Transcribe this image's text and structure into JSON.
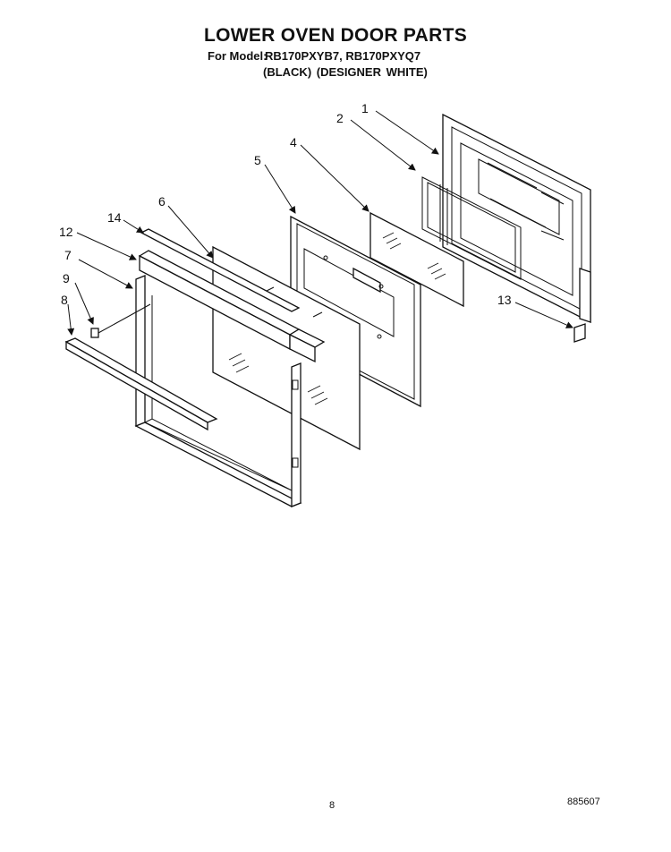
{
  "header": {
    "title": "LOWER OVEN DOOR PARTS",
    "model_prefix": "For Model:",
    "model_values": "RB170PXYB7, RB170PXYQ7",
    "variants": "(BLACK)   (DESIGNER WHITE)"
  },
  "callouts": {
    "p1": "1",
    "p2": "2",
    "p3": "13",
    "p4": "4",
    "p5": "5",
    "p6": "6",
    "p7": "7",
    "p8": "8",
    "p9": "9",
    "p12": "12",
    "p14": "14"
  },
  "footer": {
    "page_number": "8",
    "doc_number": "885607"
  }
}
